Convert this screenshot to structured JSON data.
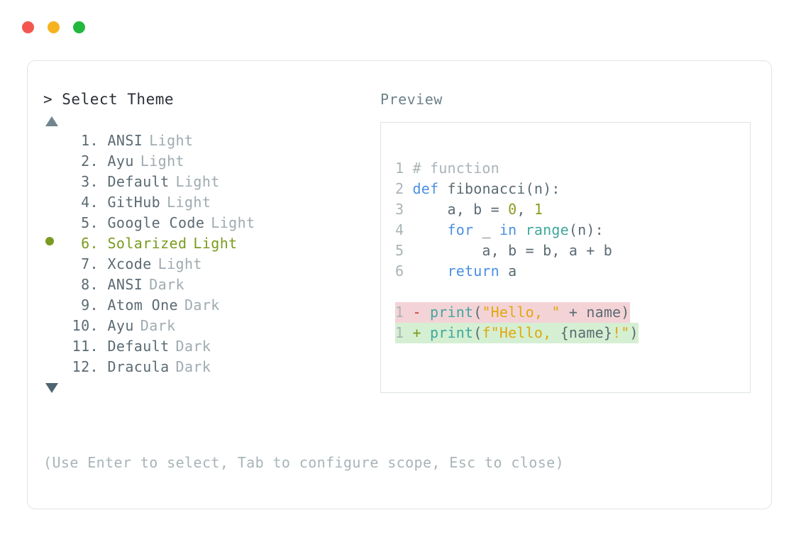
{
  "window": {
    "traffic_lights": [
      {
        "name": "close-button",
        "color": "#f4564f"
      },
      {
        "name": "minimize-button",
        "color": "#f5b320"
      },
      {
        "name": "maximize-button",
        "color": "#22b83e"
      }
    ]
  },
  "left_panel": {
    "prompt": "> Select Theme",
    "scroll_up_icon": "triangle-up-icon",
    "scroll_down_icon": "triangle-down-icon",
    "selected_index": 6,
    "selected_bullet_color": "#7a9b1f",
    "items": [
      {
        "index": "1.",
        "name": "ANSI",
        "variant": "Light",
        "selected": false
      },
      {
        "index": "2.",
        "name": "Ayu",
        "variant": "Light",
        "selected": false
      },
      {
        "index": "3.",
        "name": "Default",
        "variant": "Light",
        "selected": false
      },
      {
        "index": "4.",
        "name": "GitHub",
        "variant": "Light",
        "selected": false
      },
      {
        "index": "5.",
        "name": "Google Code",
        "variant": "Light",
        "selected": false
      },
      {
        "index": "6.",
        "name": "Solarized",
        "variant": "Light",
        "selected": true
      },
      {
        "index": "7.",
        "name": "Xcode",
        "variant": "Light",
        "selected": false
      },
      {
        "index": "8.",
        "name": "ANSI",
        "variant": "Dark",
        "selected": false
      },
      {
        "index": "9.",
        "name": "Atom One",
        "variant": "Dark",
        "selected": false
      },
      {
        "index": "10.",
        "name": "Ayu",
        "variant": "Dark",
        "selected": false
      },
      {
        "index": "11.",
        "name": "Default",
        "variant": "Dark",
        "selected": false
      },
      {
        "index": "12.",
        "name": "Dracula",
        "variant": "Dark",
        "selected": false
      }
    ]
  },
  "footer": {
    "hint": "(Use Enter to select, Tab to configure scope, Esc to close)"
  },
  "right_panel": {
    "label": "Preview",
    "code_lines": [
      {
        "ln": "1",
        "tokens": [
          {
            "t": " # function",
            "c": "cmt"
          }
        ]
      },
      {
        "ln": "2",
        "tokens": [
          {
            "t": " ",
            "c": "id"
          },
          {
            "t": "def",
            "c": "kw"
          },
          {
            "t": " fibonacci(n):",
            "c": "id"
          }
        ]
      },
      {
        "ln": "3",
        "tokens": [
          {
            "t": "     a, b = ",
            "c": "id"
          },
          {
            "t": "0",
            "c": "num"
          },
          {
            "t": ", ",
            "c": "id"
          },
          {
            "t": "1",
            "c": "num"
          }
        ]
      },
      {
        "ln": "4",
        "tokens": [
          {
            "t": "     ",
            "c": "id"
          },
          {
            "t": "for",
            "c": "kw"
          },
          {
            "t": " _ ",
            "c": "id"
          },
          {
            "t": "in",
            "c": "kw"
          },
          {
            "t": " ",
            "c": "id"
          },
          {
            "t": "range",
            "c": "fn"
          },
          {
            "t": "(n):",
            "c": "id"
          }
        ]
      },
      {
        "ln": "5",
        "tokens": [
          {
            "t": "         a, b = b, a + b",
            "c": "id"
          }
        ]
      },
      {
        "ln": "6",
        "tokens": [
          {
            "t": "     ",
            "c": "id"
          },
          {
            "t": "return",
            "c": "kw"
          },
          {
            "t": " a",
            "c": "id"
          }
        ]
      }
    ],
    "diff_lines": [
      {
        "ln": "1",
        "sign": "-",
        "kind": "del",
        "tokens": [
          {
            "t": "print",
            "c": "fn"
          },
          {
            "t": "(",
            "c": "id"
          },
          {
            "t": "\"Hello, \"",
            "c": "str"
          },
          {
            "t": " + name)",
            "c": "id"
          }
        ]
      },
      {
        "ln": "1",
        "sign": "+",
        "kind": "add",
        "tokens": [
          {
            "t": "print",
            "c": "fn"
          },
          {
            "t": "(",
            "c": "id"
          },
          {
            "t": "f\"Hello, ",
            "c": "str"
          },
          {
            "t": "{name}",
            "c": "id"
          },
          {
            "t": "!\"",
            "c": "str"
          },
          {
            "t": ")",
            "c": "id"
          }
        ]
      }
    ]
  },
  "colors": {
    "keyword": "#4a90e2",
    "function": "#3fa89b",
    "number": "#8a9a1e",
    "string": "#e0a90f",
    "comment": "#a9b4b8",
    "identifier": "#5b6b73",
    "diff_del_bg": "#f4d3d7",
    "diff_add_bg": "#d5efd2",
    "accent": "#7a9b1f"
  }
}
